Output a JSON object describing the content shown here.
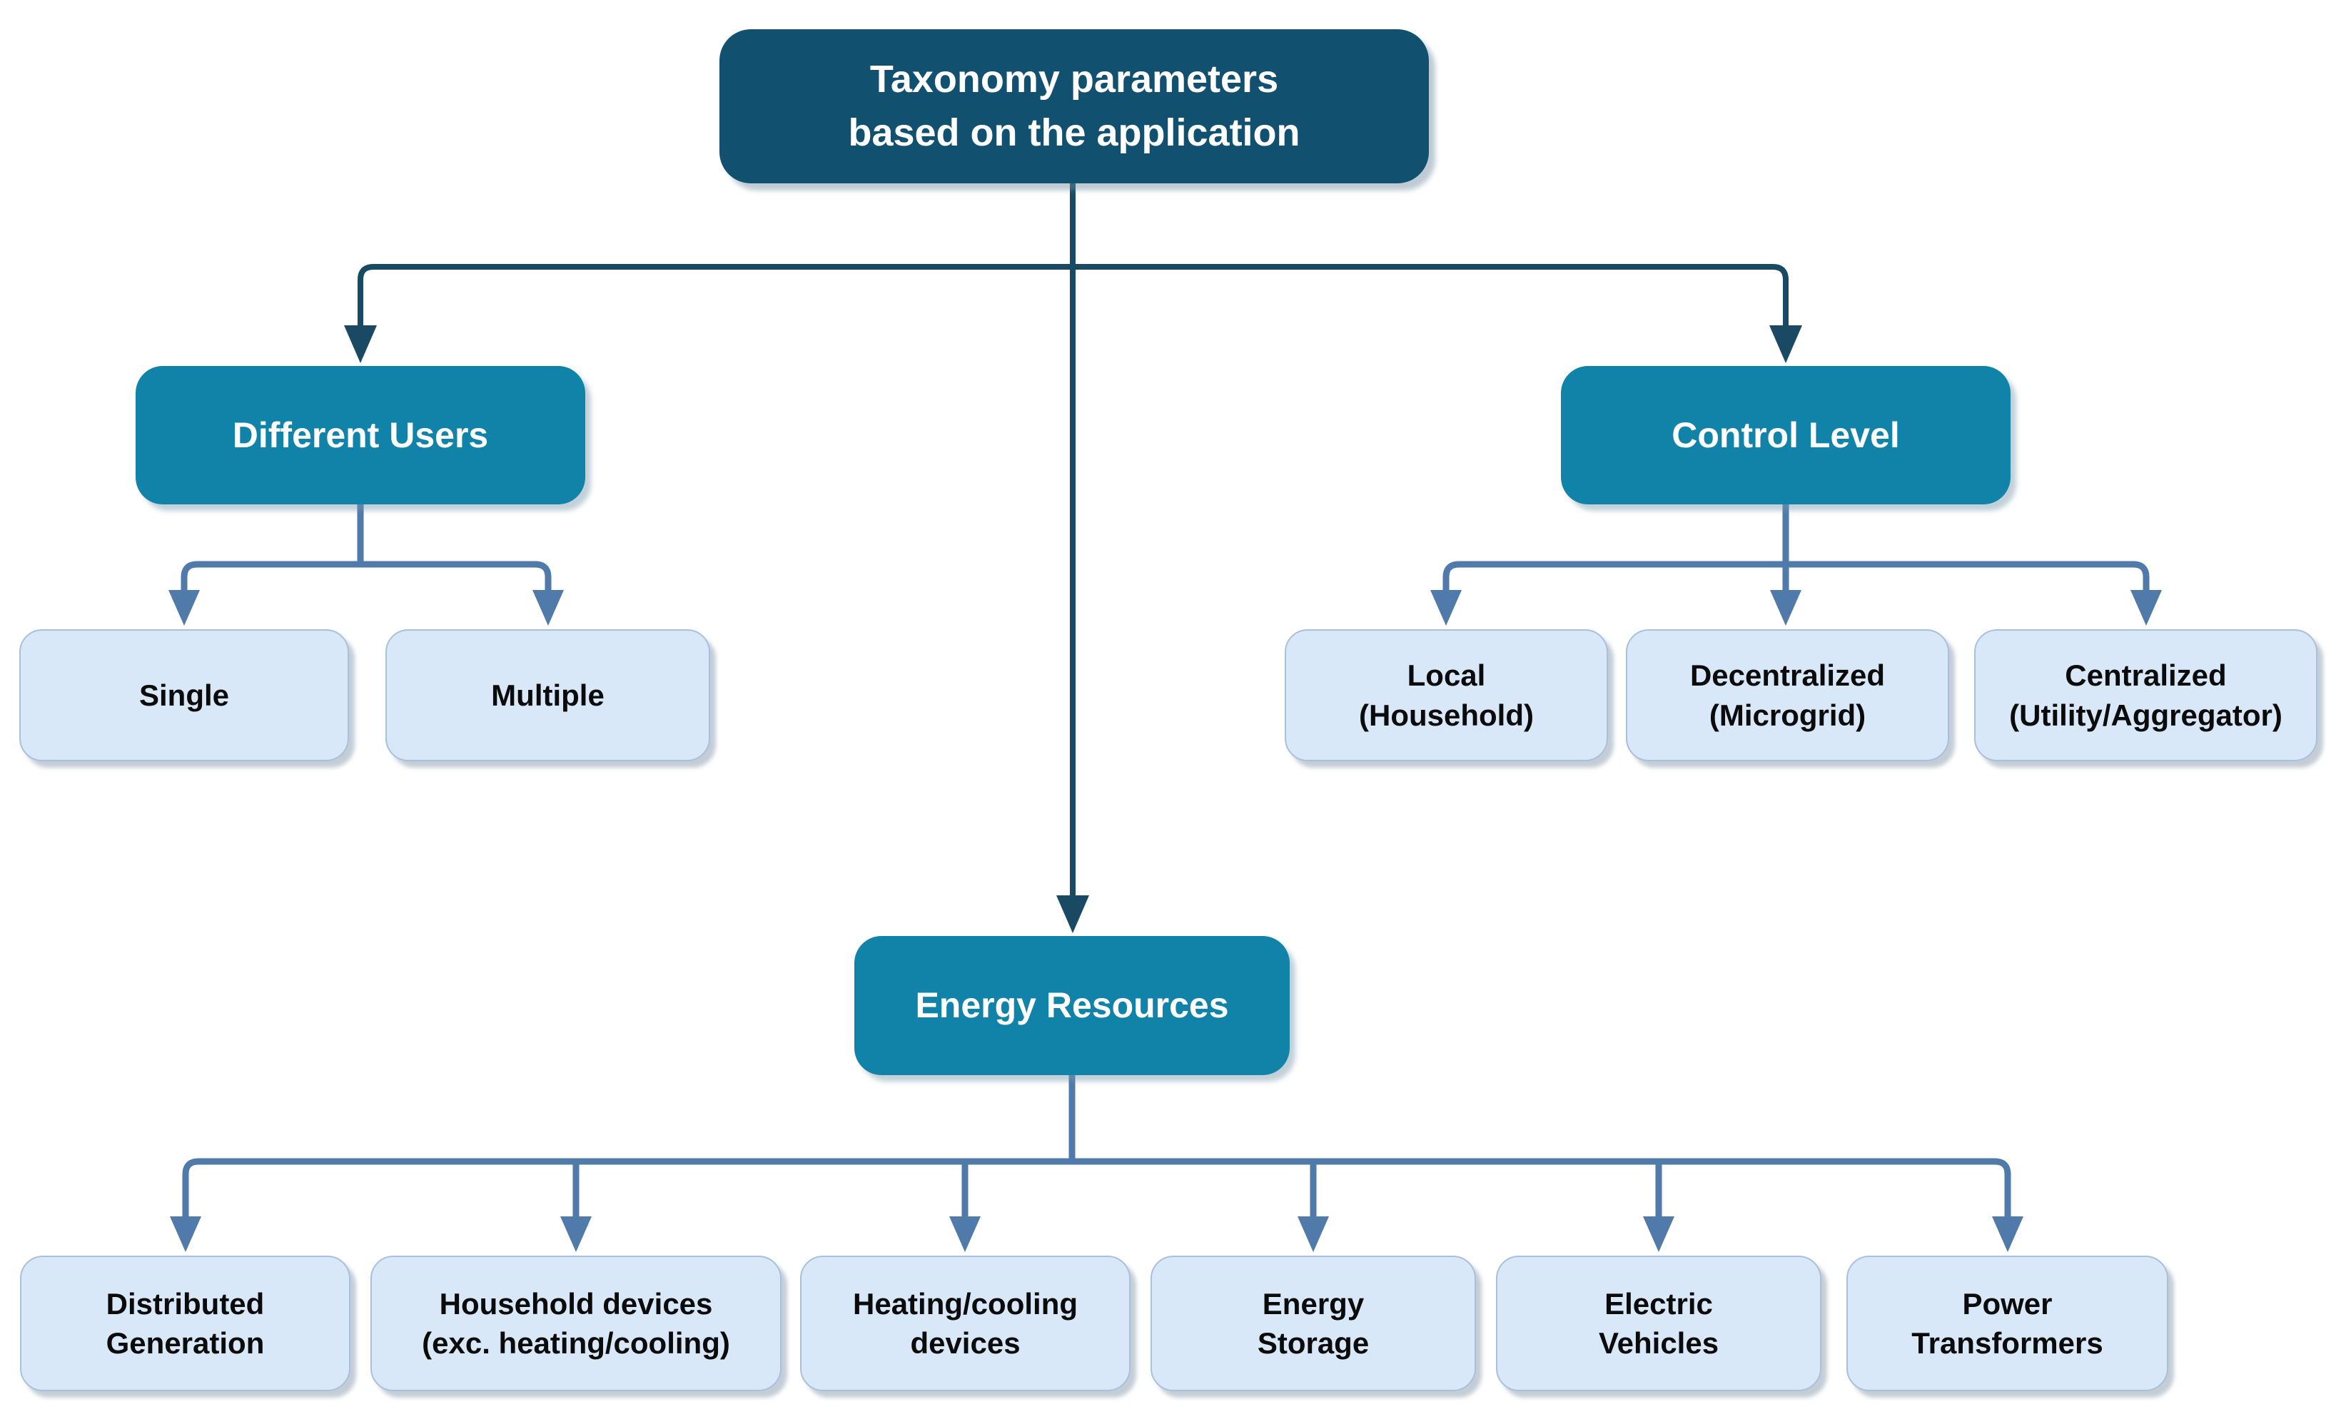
{
  "colors": {
    "root_fill": "#125070",
    "branch_fill": "#1182a8",
    "leaf_fill": "#d9e8f8",
    "leaf_border": "#a9c0dc",
    "text_light": "#ffffff",
    "text_dark": "#0b0b0b",
    "connector_dark": "#1a4a63",
    "connector_light": "#4f7aa9",
    "background": "#ffffff"
  },
  "tree": {
    "root": {
      "lines": [
        "Taxonomy parameters",
        "based on the application"
      ]
    },
    "branches": [
      {
        "label": "Different Users",
        "children": [
          {
            "lines": [
              "Single"
            ]
          },
          {
            "lines": [
              "Multiple"
            ]
          }
        ]
      },
      {
        "label": "Control Level",
        "children": [
          {
            "lines": [
              "Local",
              "(Household)"
            ]
          },
          {
            "lines": [
              "Decentralized",
              "(Microgrid)"
            ]
          },
          {
            "lines": [
              "Centralized",
              "(Utility/Aggregator)"
            ]
          }
        ]
      },
      {
        "label": "Energy Resources",
        "children": [
          {
            "lines": [
              "Distributed",
              "Generation"
            ]
          },
          {
            "lines": [
              "Household devices",
              "(exc. heating/cooling)"
            ]
          },
          {
            "lines": [
              "Heating/cooling",
              "devices"
            ]
          },
          {
            "lines": [
              "Energy",
              "Storage"
            ]
          },
          {
            "lines": [
              "Electric",
              "Vehicles"
            ]
          },
          {
            "lines": [
              "Power",
              "Transformers"
            ]
          }
        ]
      }
    ]
  }
}
